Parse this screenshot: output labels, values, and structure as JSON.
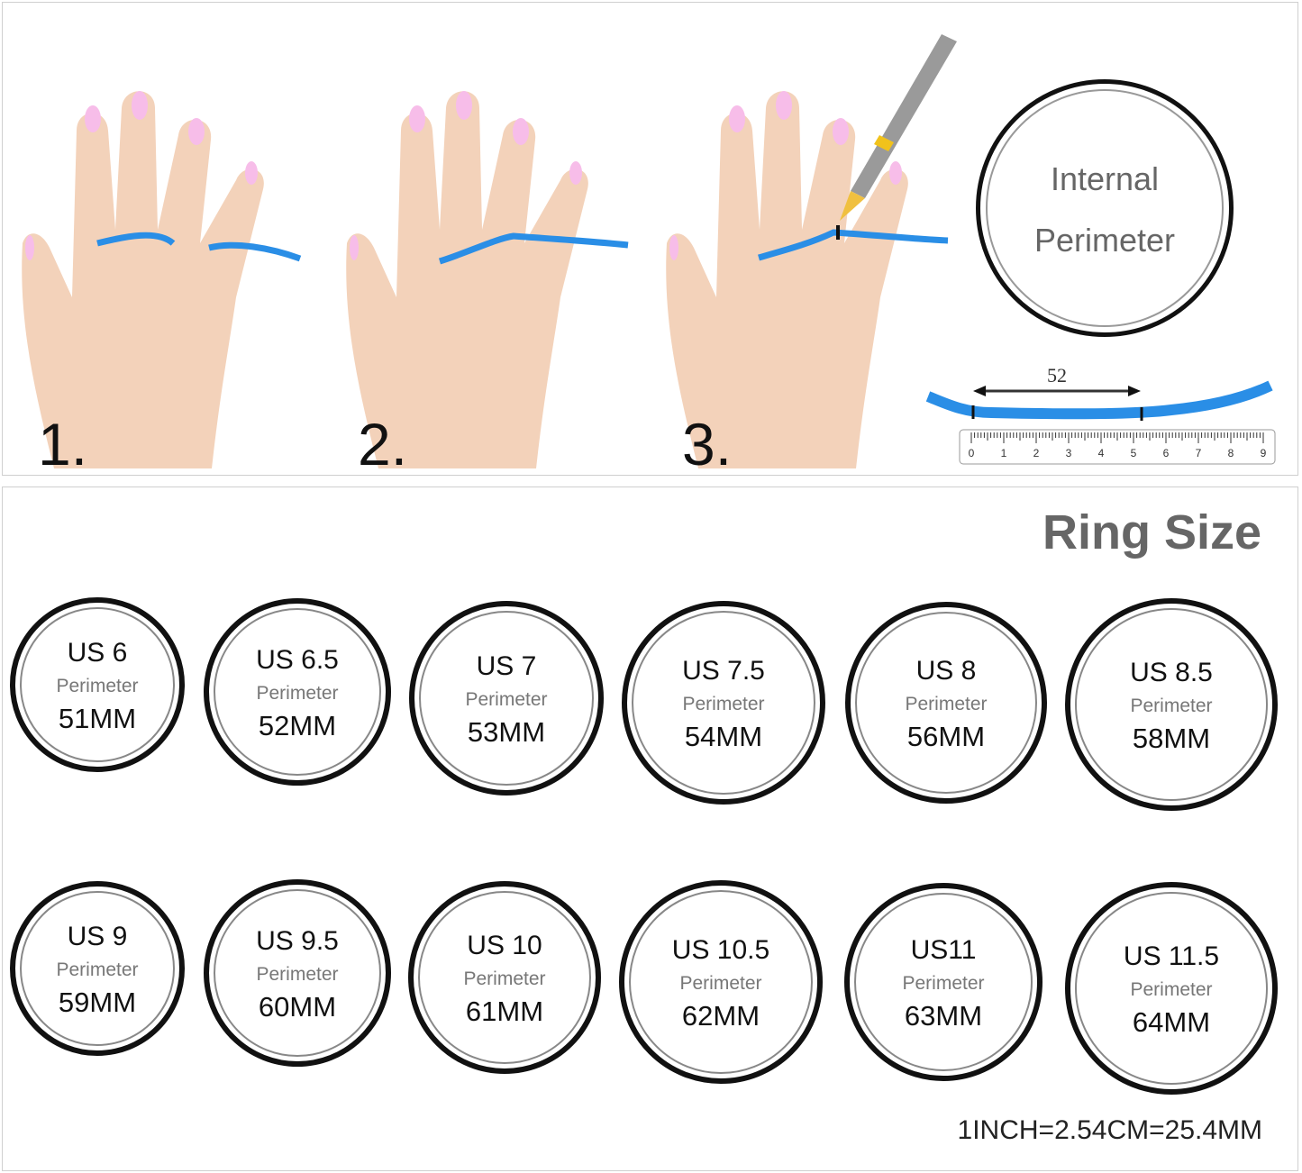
{
  "steps": [
    "1.",
    "2.",
    "3."
  ],
  "internal_circle": {
    "line1": "Internal",
    "line2": "Perimeter"
  },
  "measurement": {
    "value": "52",
    "ruler_ticks": [
      "0",
      "1",
      "2",
      "3",
      "4",
      "5",
      "6",
      "7",
      "8",
      "9"
    ]
  },
  "title": "Ring Size",
  "sizes": [
    {
      "label": "US 6",
      "perimeter": "Perimeter",
      "mm": "51MM"
    },
    {
      "label": "US 6.5",
      "perimeter": "Perimeter",
      "mm": "52MM"
    },
    {
      "label": "US 7",
      "perimeter": "Perimeter",
      "mm": "53MM"
    },
    {
      "label": "US 7.5",
      "perimeter": "Perimeter",
      "mm": "54MM"
    },
    {
      "label": "US 8",
      "perimeter": "Perimeter",
      "mm": "56MM"
    },
    {
      "label": "US 8.5",
      "perimeter": "Perimeter",
      "mm": "58MM"
    },
    {
      "label": "US 9",
      "perimeter": "Perimeter",
      "mm": "59MM"
    },
    {
      "label": "US 9.5",
      "perimeter": "Perimeter",
      "mm": "60MM"
    },
    {
      "label": "US 10",
      "perimeter": "Perimeter",
      "mm": "61MM"
    },
    {
      "label": "US 10.5",
      "perimeter": "Perimeter",
      "mm": "62MM"
    },
    {
      "label": "US11",
      "perimeter": "Perimeter",
      "mm": "63MM"
    },
    {
      "label": "US 11.5",
      "perimeter": "Perimeter",
      "mm": "64MM"
    }
  ],
  "conversion": "1INCH=2.54CM=25.4MM",
  "colors": {
    "skin": "#f3d2ba",
    "nail": "#f7bde9",
    "tape": "#2a8ee6",
    "title": "#666666"
  }
}
